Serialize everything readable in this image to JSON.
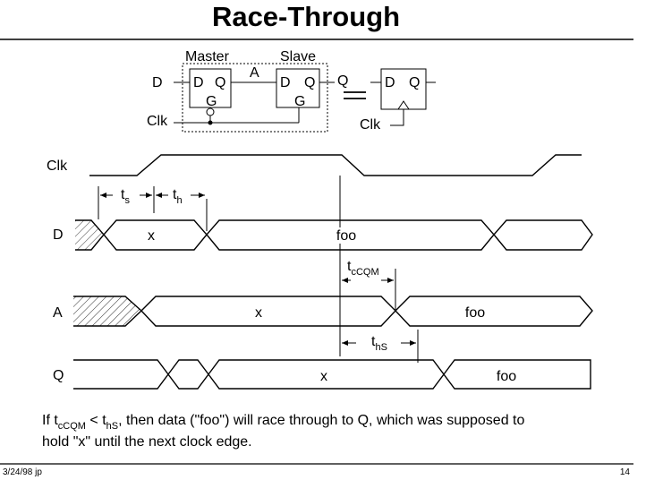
{
  "title": "Race-Through",
  "schematic": {
    "master_label": "Master",
    "slave_label": "Slave",
    "d_input": "D",
    "clk_input": "Clk",
    "node_a": "A",
    "output_q": "Q",
    "ff_d": "D",
    "ff_q": "Q",
    "ff_g": "G",
    "equivalent_clk": "Clk"
  },
  "timing": {
    "signals": {
      "clk": "Clk",
      "d": "D",
      "a": "A",
      "q": "Q"
    },
    "t_s": "t",
    "t_s_sub": "s",
    "t_h": "t",
    "t_h_sub": "h",
    "t_ccqm": "t",
    "t_ccqm_sub": "cCQM",
    "t_hs": "t",
    "t_hs_sub": "hS",
    "d_x": "x",
    "d_foo": "foo",
    "a_x": "x",
    "a_foo": "foo",
    "q_x": "x",
    "q_foo": "foo"
  },
  "caption": {
    "p1": "If t",
    "sub1": "cCQM",
    "p2": " < t",
    "sub2": "hS",
    "p3": ", then data (\"foo\") will race through to Q, which was supposed to",
    "line2": "hold \"x\" until the next clock edge."
  },
  "footer": {
    "left": "3/24/98 jp",
    "page": "14"
  }
}
